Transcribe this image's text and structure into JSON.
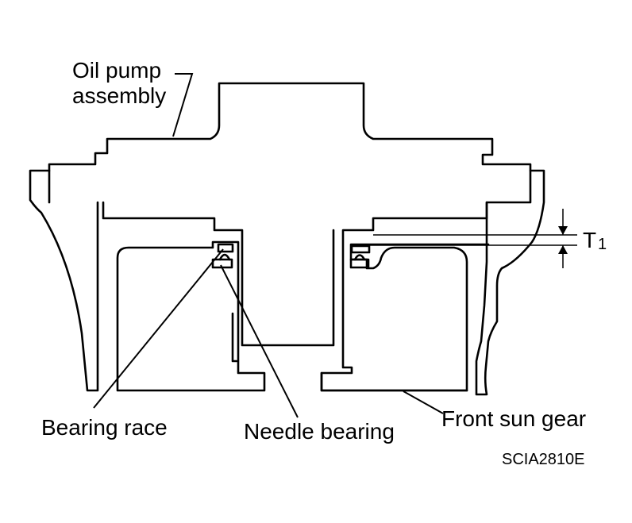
{
  "labels": {
    "oil_pump_line1": "Oil pump",
    "oil_pump_line2": "assembly",
    "bearing_race": "Bearing race",
    "needle_bearing": "Needle bearing",
    "front_sun_gear": "Front sun gear",
    "dimension_letter": "T",
    "dimension_subscript": "1",
    "figure_code": "SCIA2810E"
  },
  "colors": {
    "line": "#000000",
    "background": "#ffffff"
  }
}
